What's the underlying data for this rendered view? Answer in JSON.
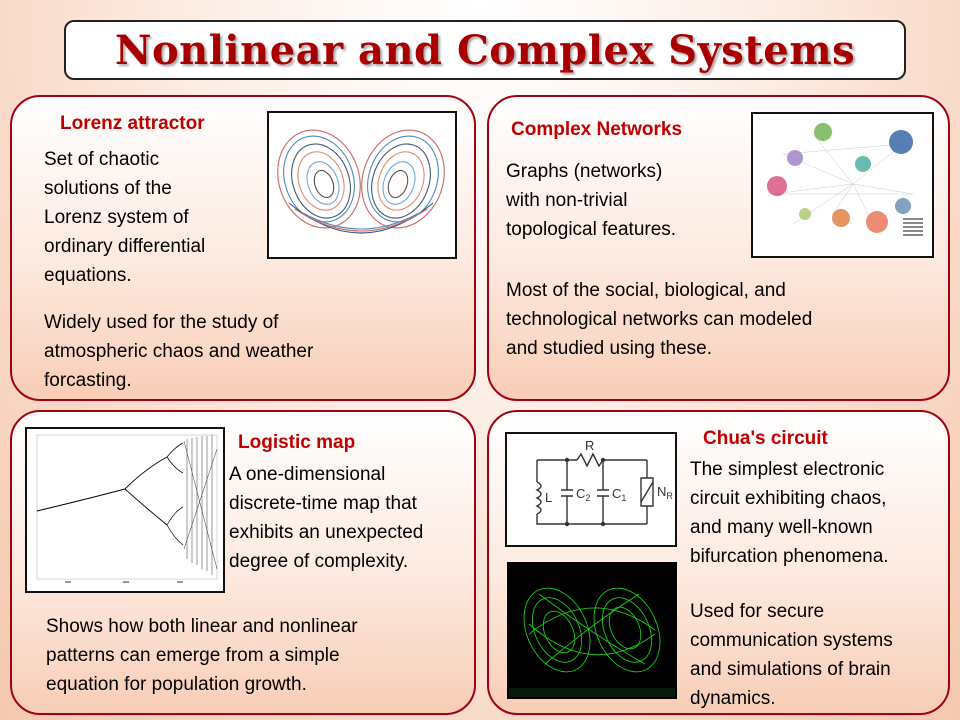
{
  "title": "Nonlinear and Complex Systems",
  "panels": {
    "lorenz": {
      "heading": "Lorenz attractor",
      "text1": [
        "Set of chaotic",
        "solutions of the",
        "Lorenz system of",
        "ordinary differential",
        "equations."
      ],
      "text2": [
        "Widely used  for the study of",
        "atmospheric chaos and weather",
        "forcasting."
      ]
    },
    "networks": {
      "heading": "Complex Networks",
      "text1": [
        "Graphs (networks)",
        "with non-trivial",
        "topological features."
      ],
      "text2": [
        "Most of the social, biological, and",
        "technological networks can modeled",
        "and studied using these."
      ]
    },
    "logistic": {
      "heading": "Logistic map",
      "text1": [
        "A one-dimensional",
        "discrete-time map that",
        "exhibits an unexpected",
        "degree of complexity."
      ],
      "text2": [
        "Shows how both linear and nonlinear",
        "patterns can emerge from a simple",
        "equation for population growth."
      ]
    },
    "chua": {
      "heading": "Chua's circuit",
      "text1": [
        "The simplest electronic",
        "circuit exhibiting chaos,",
        "and many well-known",
        "bifurcation phenomena."
      ],
      "text2": [
        "Used for secure",
        "communication systems",
        "and simulations of brain",
        "dynamics."
      ],
      "circuit_labels": {
        "r": "R",
        "l": "L",
        "c2": "C",
        "c2_sub": "2",
        "c1": "C",
        "c1_sub": "1",
        "nr": "N",
        "nr_sub": "R"
      }
    }
  },
  "colors": {
    "title": "#a80000",
    "heading": "#c00000",
    "panel_border": "#a30012",
    "chua_scope": "#22ee22"
  }
}
